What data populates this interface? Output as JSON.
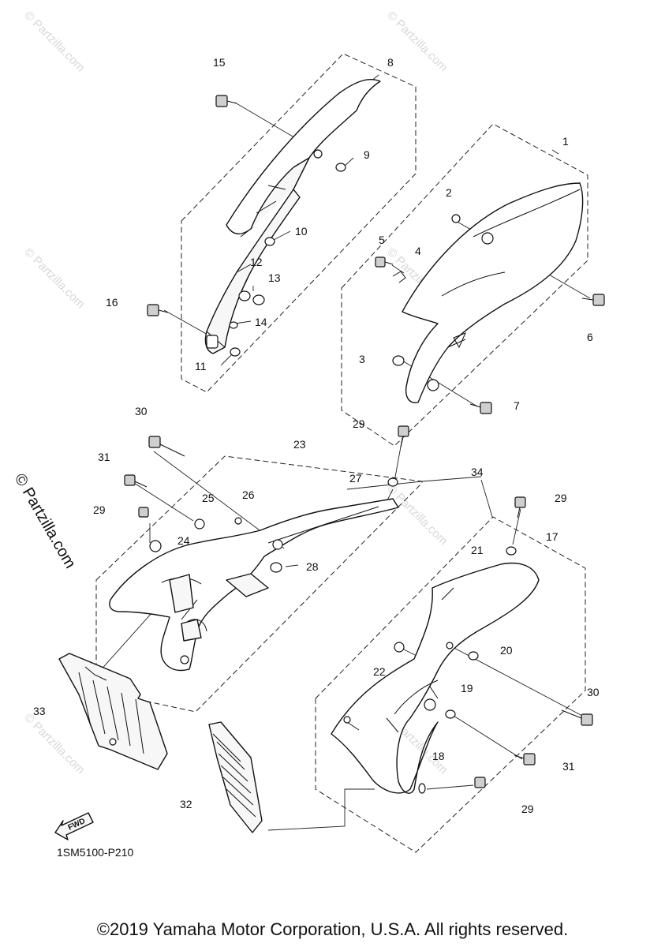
{
  "watermark": "© Partzilla.com",
  "diagram_code": "1SM5100-P210",
  "fwd_label": "FWD",
  "copyright": "©2019 Yamaha Motor Corporation, U.S.A. All rights reserved.",
  "callouts": [
    "1",
    "2",
    "3",
    "4",
    "5",
    "6",
    "7",
    "8",
    "9",
    "10",
    "11",
    "12",
    "13",
    "14",
    "15",
    "16",
    "17",
    "18",
    "19",
    "20",
    "21",
    "22",
    "23",
    "24",
    "25",
    "26",
    "27",
    "28",
    "29",
    "29",
    "29",
    "29",
    "30",
    "30",
    "31",
    "31",
    "32",
    "33",
    "34"
  ]
}
